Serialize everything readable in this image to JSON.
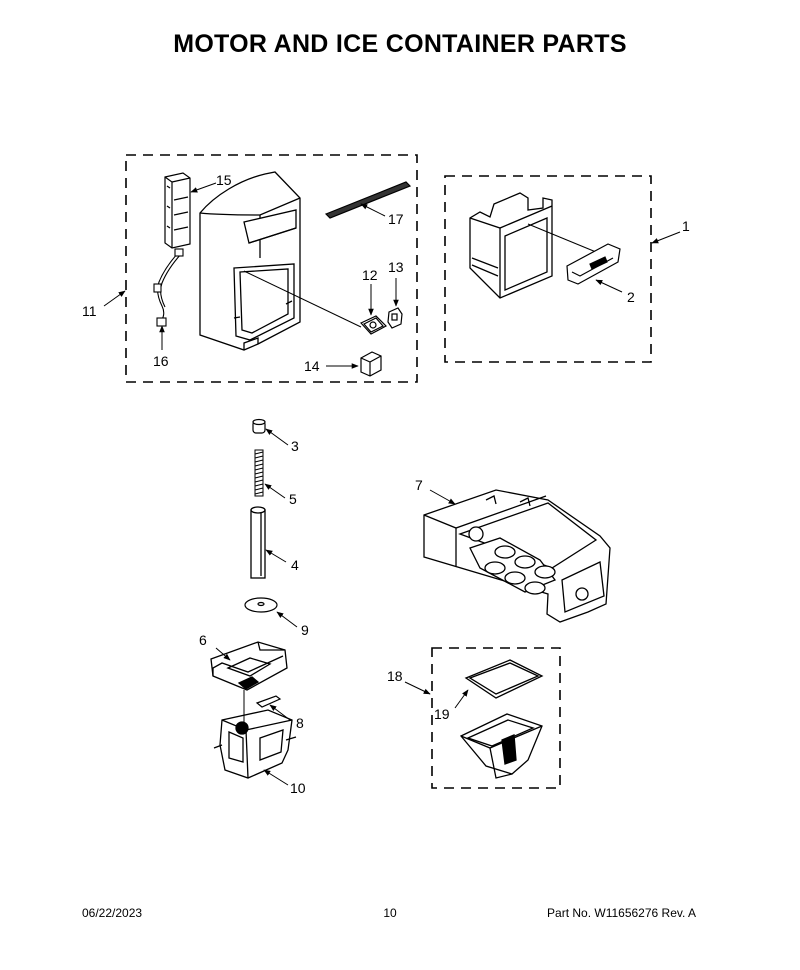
{
  "title": "MOTOR AND ICE CONTAINER PARTS",
  "callouts": {
    "c1": "1",
    "c2": "2",
    "c3": "3",
    "c4": "4",
    "c5": "5",
    "c6": "6",
    "c7": "7",
    "c8": "8",
    "c9": "9",
    "c10": "10",
    "c11": "11",
    "c12": "12",
    "c13": "13",
    "c14": "14",
    "c15": "15",
    "c16": "16",
    "c17": "17",
    "c18": "18",
    "c19": "19"
  },
  "footer": {
    "date": "06/22/2023",
    "page": "10",
    "part_no": "Part No.  W11656276  Rev.  A"
  }
}
